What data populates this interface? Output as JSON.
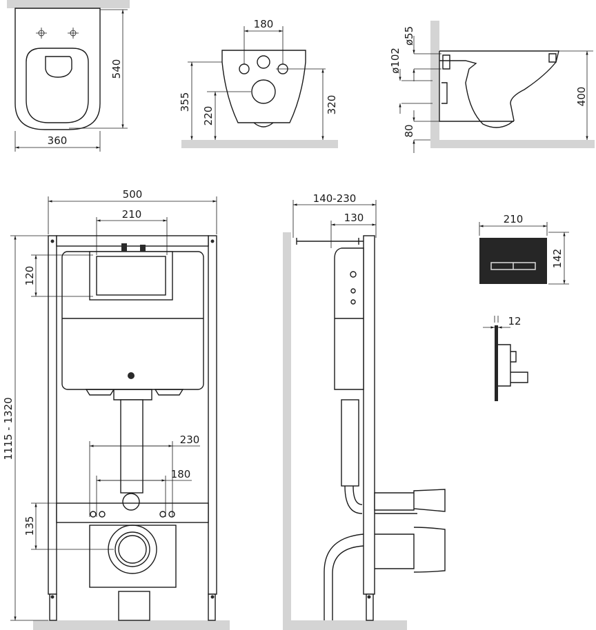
{
  "top_view": {
    "height": "540",
    "width": "360"
  },
  "front_view": {
    "hole_spacing": "180",
    "upper_height": "355",
    "lower_height": "220",
    "right_height": "320"
  },
  "side_view": {
    "d55": "ø55",
    "d102": "ø102",
    "height": "400",
    "floor_gap": "80"
  },
  "frame_front": {
    "width": "500",
    "plate_width": "210",
    "plate_height": "120",
    "height_range": "1115 - 1320",
    "stud_spacing_outer": "230",
    "stud_spacing_inner": "180",
    "outlet_height": "135"
  },
  "frame_side": {
    "depth_range": "140-230",
    "depth": "130"
  },
  "flush_plate": {
    "width": "210",
    "height": "142",
    "thickness": "12"
  }
}
